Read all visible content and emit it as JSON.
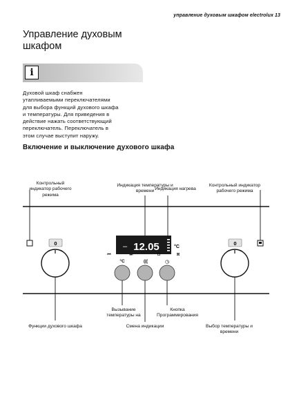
{
  "header": {
    "running_title": "управление духовым шкафом electrolux 13"
  },
  "section_title": [
    "Управление духовым",
    "шкафом"
  ],
  "info_icon": {
    "glyph": "i",
    "icon": "info-icon"
  },
  "paragraph": [
    "Духовой шкаф снабжен",
    "утапливаемыми переключателями",
    "для выбора функций духового шкафа",
    "и температуры. Для приведения в",
    "действие нажать соответствующий",
    "переключатель. Переключатель в",
    "этом случае выступит наружу."
  ],
  "subheading": "Включение и выключение духового шкафа",
  "callouts": {
    "left_lamp": [
      "Контрольный",
      "индикатор рабочего",
      "режима"
    ],
    "temp_time_display": [
      "Индикация температуры и",
      "времени"
    ],
    "right_lamp": [
      "Контрольный индикатор",
      "рабочего режима"
    ],
    "heating_indicator": [
      "Индикация нагрева"
    ],
    "temp_recall": [
      "Вызывание",
      "температуры на"
    ],
    "clock_program_button": [
      "Кнопка Программирования"
    ],
    "display_change": [
      "Смена индикации"
    ],
    "oven_function": [
      "Функции духового шкафа"
    ],
    "temp_time_select": [
      "Выбор температуры и",
      "времени"
    ]
  },
  "display": {
    "dash": "–",
    "time": "12.05",
    "unit": "°C",
    "icon_left": "⏮",
    "icon_mid": "⏭",
    "icon_right": "⊠",
    "icon_center": "Ω"
  },
  "knob_marks": {
    "left": "0",
    "right": "0"
  },
  "button_symbols": {
    "temp": "°C",
    "mid": "(((",
    "right": "◷"
  }
}
